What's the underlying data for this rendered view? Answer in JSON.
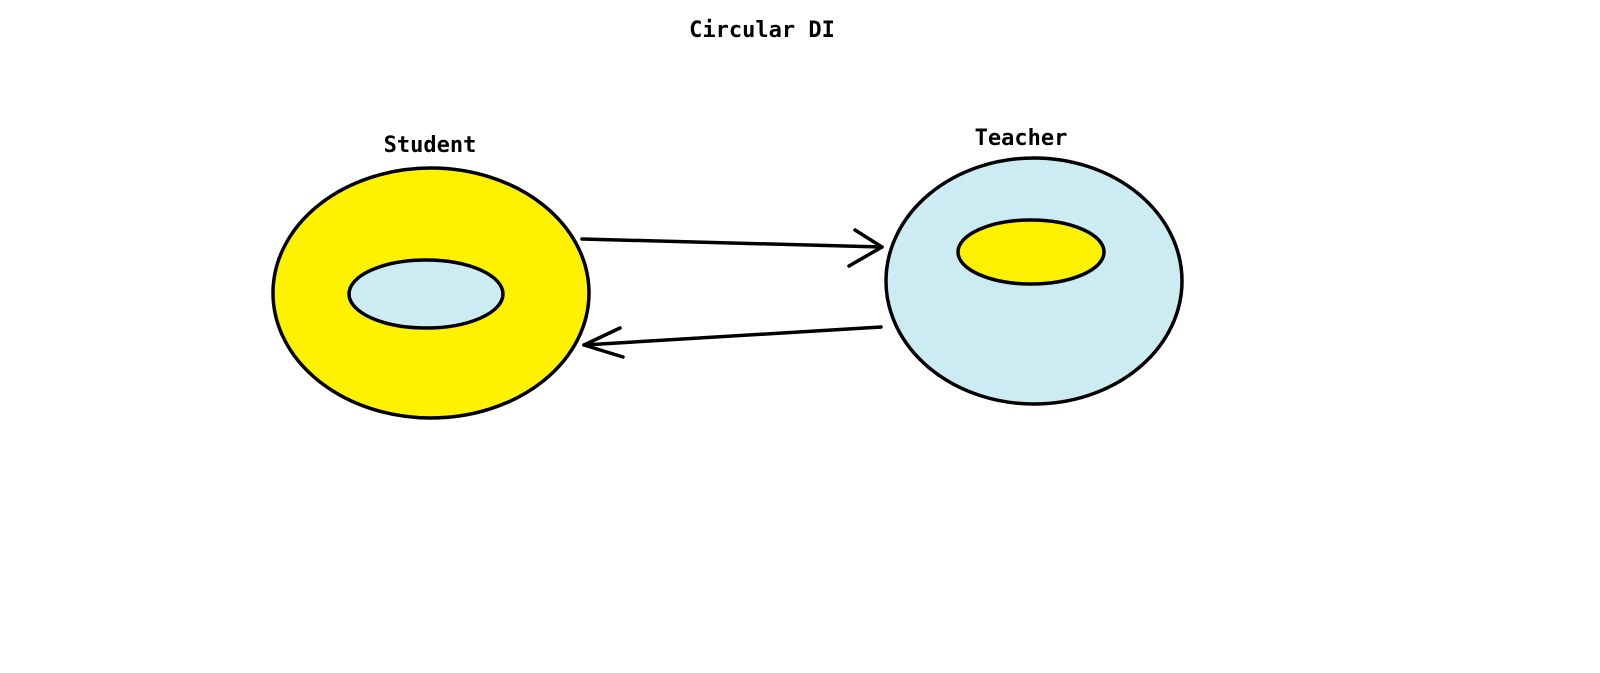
{
  "title": "Circular DI",
  "nodes": {
    "student": {
      "label": "Student",
      "outer_color": "#fff200",
      "inner_color": "#cdebf3"
    },
    "teacher": {
      "label": "Teacher",
      "outer_color": "#cdebf3",
      "inner_color": "#fff200"
    }
  },
  "edges": [
    {
      "from": "student",
      "to": "teacher"
    },
    {
      "from": "teacher",
      "to": "student"
    }
  ],
  "stroke_color": "#000000"
}
